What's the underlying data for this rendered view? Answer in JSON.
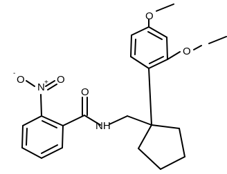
{
  "molecule": {
    "atoms": {
      "methoxy_o_top": "O",
      "methoxy_o_right": "O",
      "amide_o": "O",
      "amide_n": "NH",
      "nitro_n": "N",
      "nitro_o_double": "O",
      "nitro_o_minus": "O",
      "nitro_o_charge": "-",
      "nitro_n_charge": "+"
    }
  }
}
